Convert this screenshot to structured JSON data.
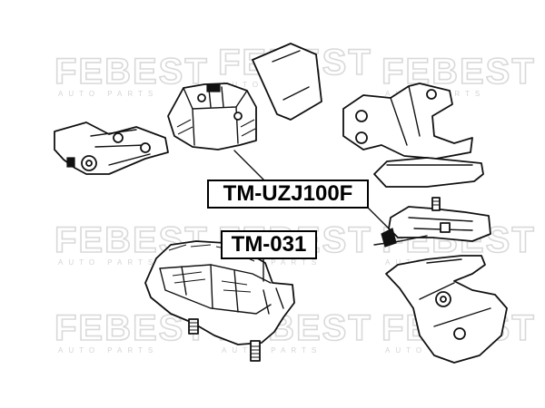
{
  "watermark": {
    "brand": "FEBEST",
    "tagline": "AUTO PARTS",
    "color": "#d9d9d9"
  },
  "labels": {
    "part_number_1": "TM-UZJ100F",
    "part_number_2": "TM-031"
  },
  "colors": {
    "ink": "#111111",
    "background": "#ffffff"
  }
}
